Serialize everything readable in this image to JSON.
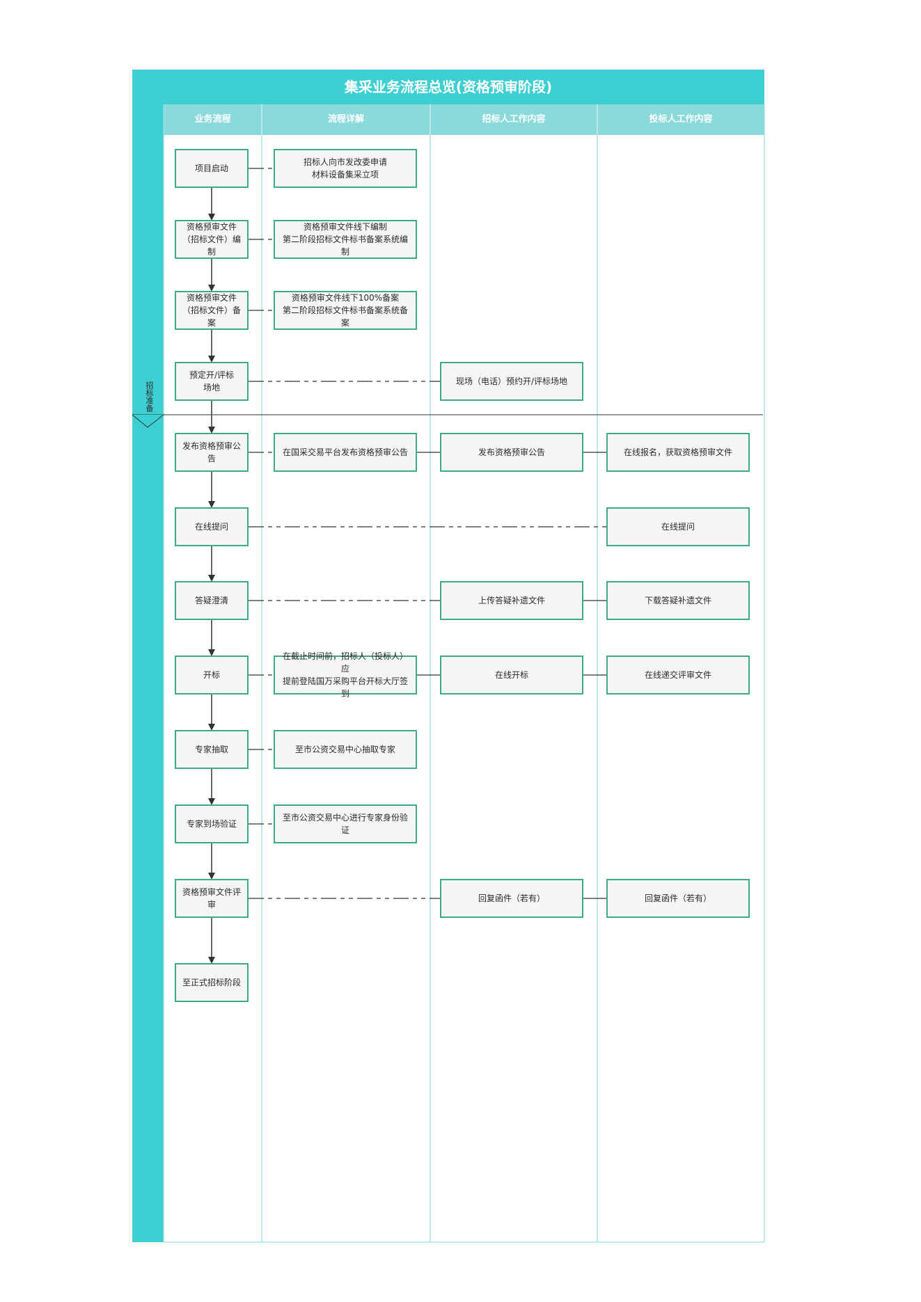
{
  "title": "集采业务流程总览(资格预审阶段)",
  "columns": [
    {
      "key": "flow",
      "label": "业务流程"
    },
    {
      "key": "detail",
      "label": "流程详解"
    },
    {
      "key": "tenderer",
      "label": "招标人工作内容"
    },
    {
      "key": "bidder",
      "label": "投标人工作内容"
    }
  ],
  "phase_label": "招标准备",
  "colors": {
    "accent": "#3ecfd2",
    "header_row": "#8adadc",
    "column_line": "#9bdfe0",
    "node_border": "#3cab8c",
    "node_fill": "#f4f6f5",
    "arrow": "#333333"
  },
  "steps": [
    {
      "flow": "项目启动",
      "detail": "招标人向市发改委申请\n材料设备集采立项",
      "tenderer": "",
      "bidder": ""
    },
    {
      "flow": "资格预审文件\n（招标文件）编制",
      "detail": "资格预审文件线下编制\n第二阶段招标文件标书备案系统编制",
      "tenderer": "",
      "bidder": ""
    },
    {
      "flow": "资格预审文件\n（招标文件）备案",
      "detail": "资格预审文件线下100%备案\n第二阶段招标文件标书备案系统备案",
      "tenderer": "",
      "bidder": ""
    },
    {
      "flow": "预定开/评标\n场地",
      "detail": "",
      "tenderer": "现场（电话）预约开/评标场地",
      "bidder": ""
    },
    {
      "flow": "发布资格预审公告",
      "detail": "在国采交易平台发布资格预审公告",
      "tenderer": "发布资格预审公告",
      "bidder": "在线报名，获取资格预审文件"
    },
    {
      "flow": "在线提问",
      "detail": "",
      "tenderer": "",
      "bidder": "在线提问"
    },
    {
      "flow": "答疑澄清",
      "detail": "",
      "tenderer": "上传答疑补遗文件",
      "bidder": "下载答疑补遗文件"
    },
    {
      "flow": "开标",
      "detail": "在截止时间前，招标人（投标人）应\n提前登陆国万采购平台开标大厅签到",
      "tenderer": "在线开标",
      "bidder": "在线递交评审文件"
    },
    {
      "flow": "专家抽取",
      "detail": "至市公资交易中心抽取专家",
      "tenderer": "",
      "bidder": ""
    },
    {
      "flow": "专家到场验证",
      "detail": "至市公资交易中心进行专家身份验证",
      "tenderer": "",
      "bidder": ""
    },
    {
      "flow": "资格预审文件评审",
      "detail": "",
      "tenderer": "回复函件（若有）",
      "bidder": "回复函件（若有）"
    },
    {
      "flow": "至正式招标阶段",
      "detail": "",
      "tenderer": "",
      "bidder": ""
    }
  ]
}
